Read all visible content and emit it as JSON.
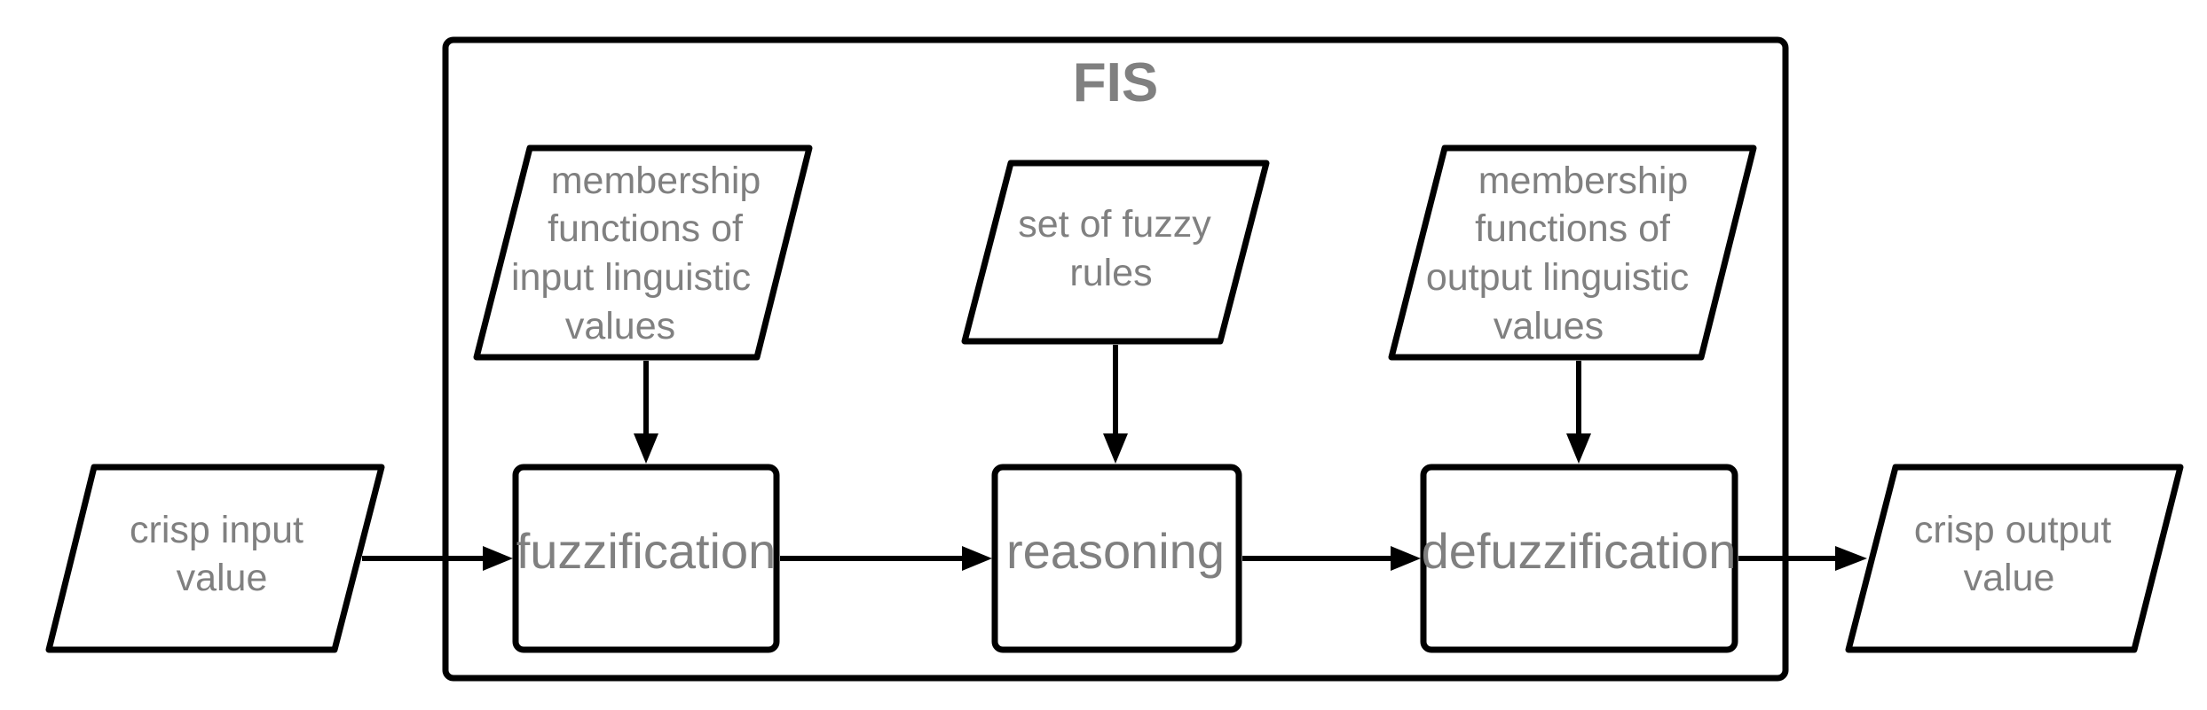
{
  "title": "FIS",
  "inputs": {
    "crisp_input": [
      "crisp input",
      "value"
    ],
    "input_mf": [
      "membership",
      "functions of",
      "input linguistic",
      "values"
    ],
    "rules": [
      "set of fuzzy",
      "rules"
    ],
    "output_mf": [
      "membership",
      "functions of",
      "output linguistic",
      "values"
    ],
    "crisp_output": [
      "crisp output",
      "value"
    ]
  },
  "processes": {
    "fuzzification": "fuzzification",
    "reasoning": "reasoning",
    "defuzzification": "defuzzification"
  },
  "colors": {
    "text": "#808080",
    "stroke": "#000000",
    "background": "#ffffff"
  }
}
